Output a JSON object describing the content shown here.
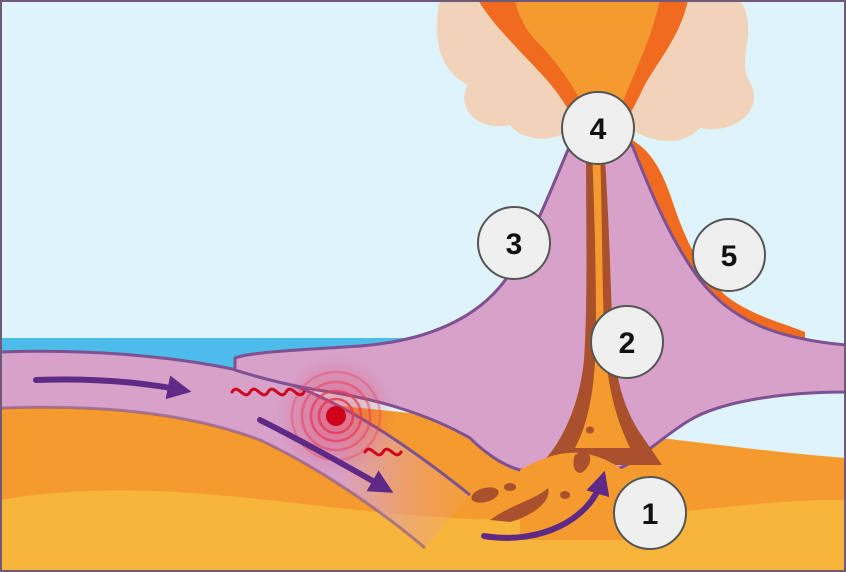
{
  "diagram": {
    "labels": [
      {
        "id": "1",
        "text": "1"
      },
      {
        "id": "2",
        "text": "2"
      },
      {
        "id": "3",
        "text": "3"
      },
      {
        "id": "4",
        "text": "4"
      },
      {
        "id": "5",
        "text": "5"
      }
    ],
    "colors": {
      "sky": "#DFF3FA",
      "ocean": "#4DBCEB",
      "crust": "#D7A1C9",
      "crust_outline": "#7E5192",
      "mantle": "#F59A2F",
      "deep_mantle": "#F7B53B",
      "magma": "#A9502C",
      "lava": "#F06A20",
      "ash": "#F1D3B9",
      "arrow": "#5E2A86",
      "seismic": "#D0021B",
      "badge_fill": "#EFEFEF",
      "badge_stroke": "#555555"
    },
    "icons": [
      "motion-arrow-icon",
      "earthquake-focus-icon",
      "seismic-wave-icon",
      "rising-magma-arrow-icon"
    ]
  }
}
